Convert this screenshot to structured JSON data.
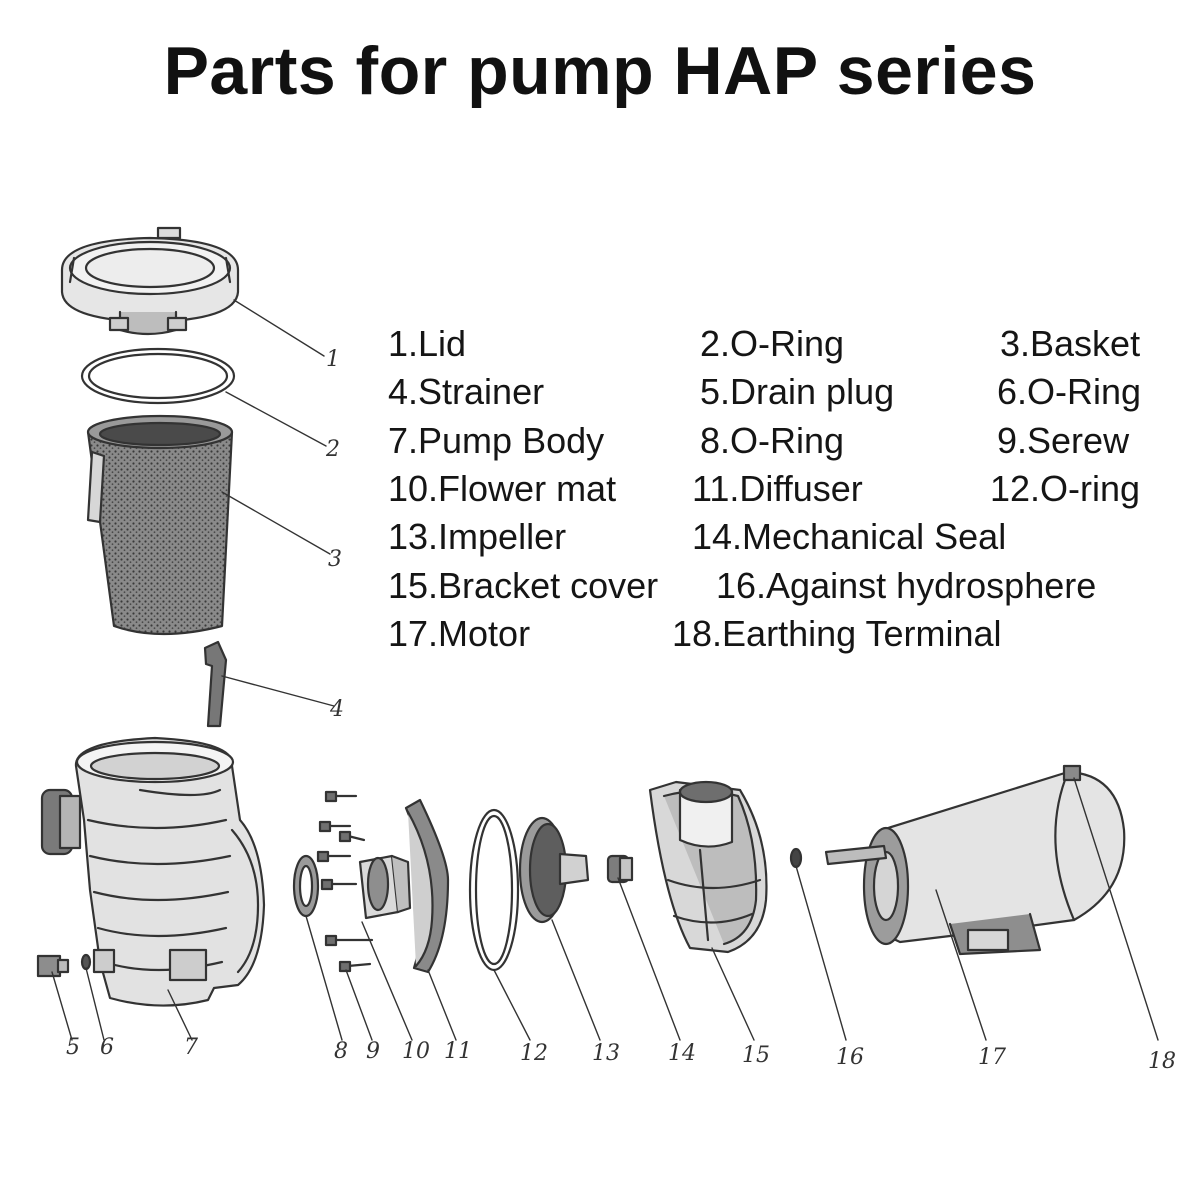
{
  "title": "Parts for pump HAP series",
  "legend": [
    "1.Lid",
    "2.O-Ring",
    "3.Basket",
    "4.Strainer",
    "5.Drain plug",
    "6.O-Ring",
    "7.Pump Body",
    "8.O-Ring",
    "9.Serew",
    "10.Flower mat",
    "11.Diffuser",
    "12.O-ring",
    "13.Impeller",
    "14.Mechanical Seal",
    "15.Bracket cover",
    "16.Against hydrosphere",
    "17.Motor",
    "18.Earthing Terminal"
  ],
  "callouts": [
    "1",
    "2",
    "3",
    "4",
    "5",
    "6",
    "7",
    "8",
    "9",
    "10",
    "11",
    "12",
    "13",
    "14",
    "15",
    "16",
    "17",
    "18"
  ],
  "colors": {
    "ink": "#333333",
    "text": "#151515",
    "shade": "#6b6b6b",
    "background": "#ffffff"
  }
}
